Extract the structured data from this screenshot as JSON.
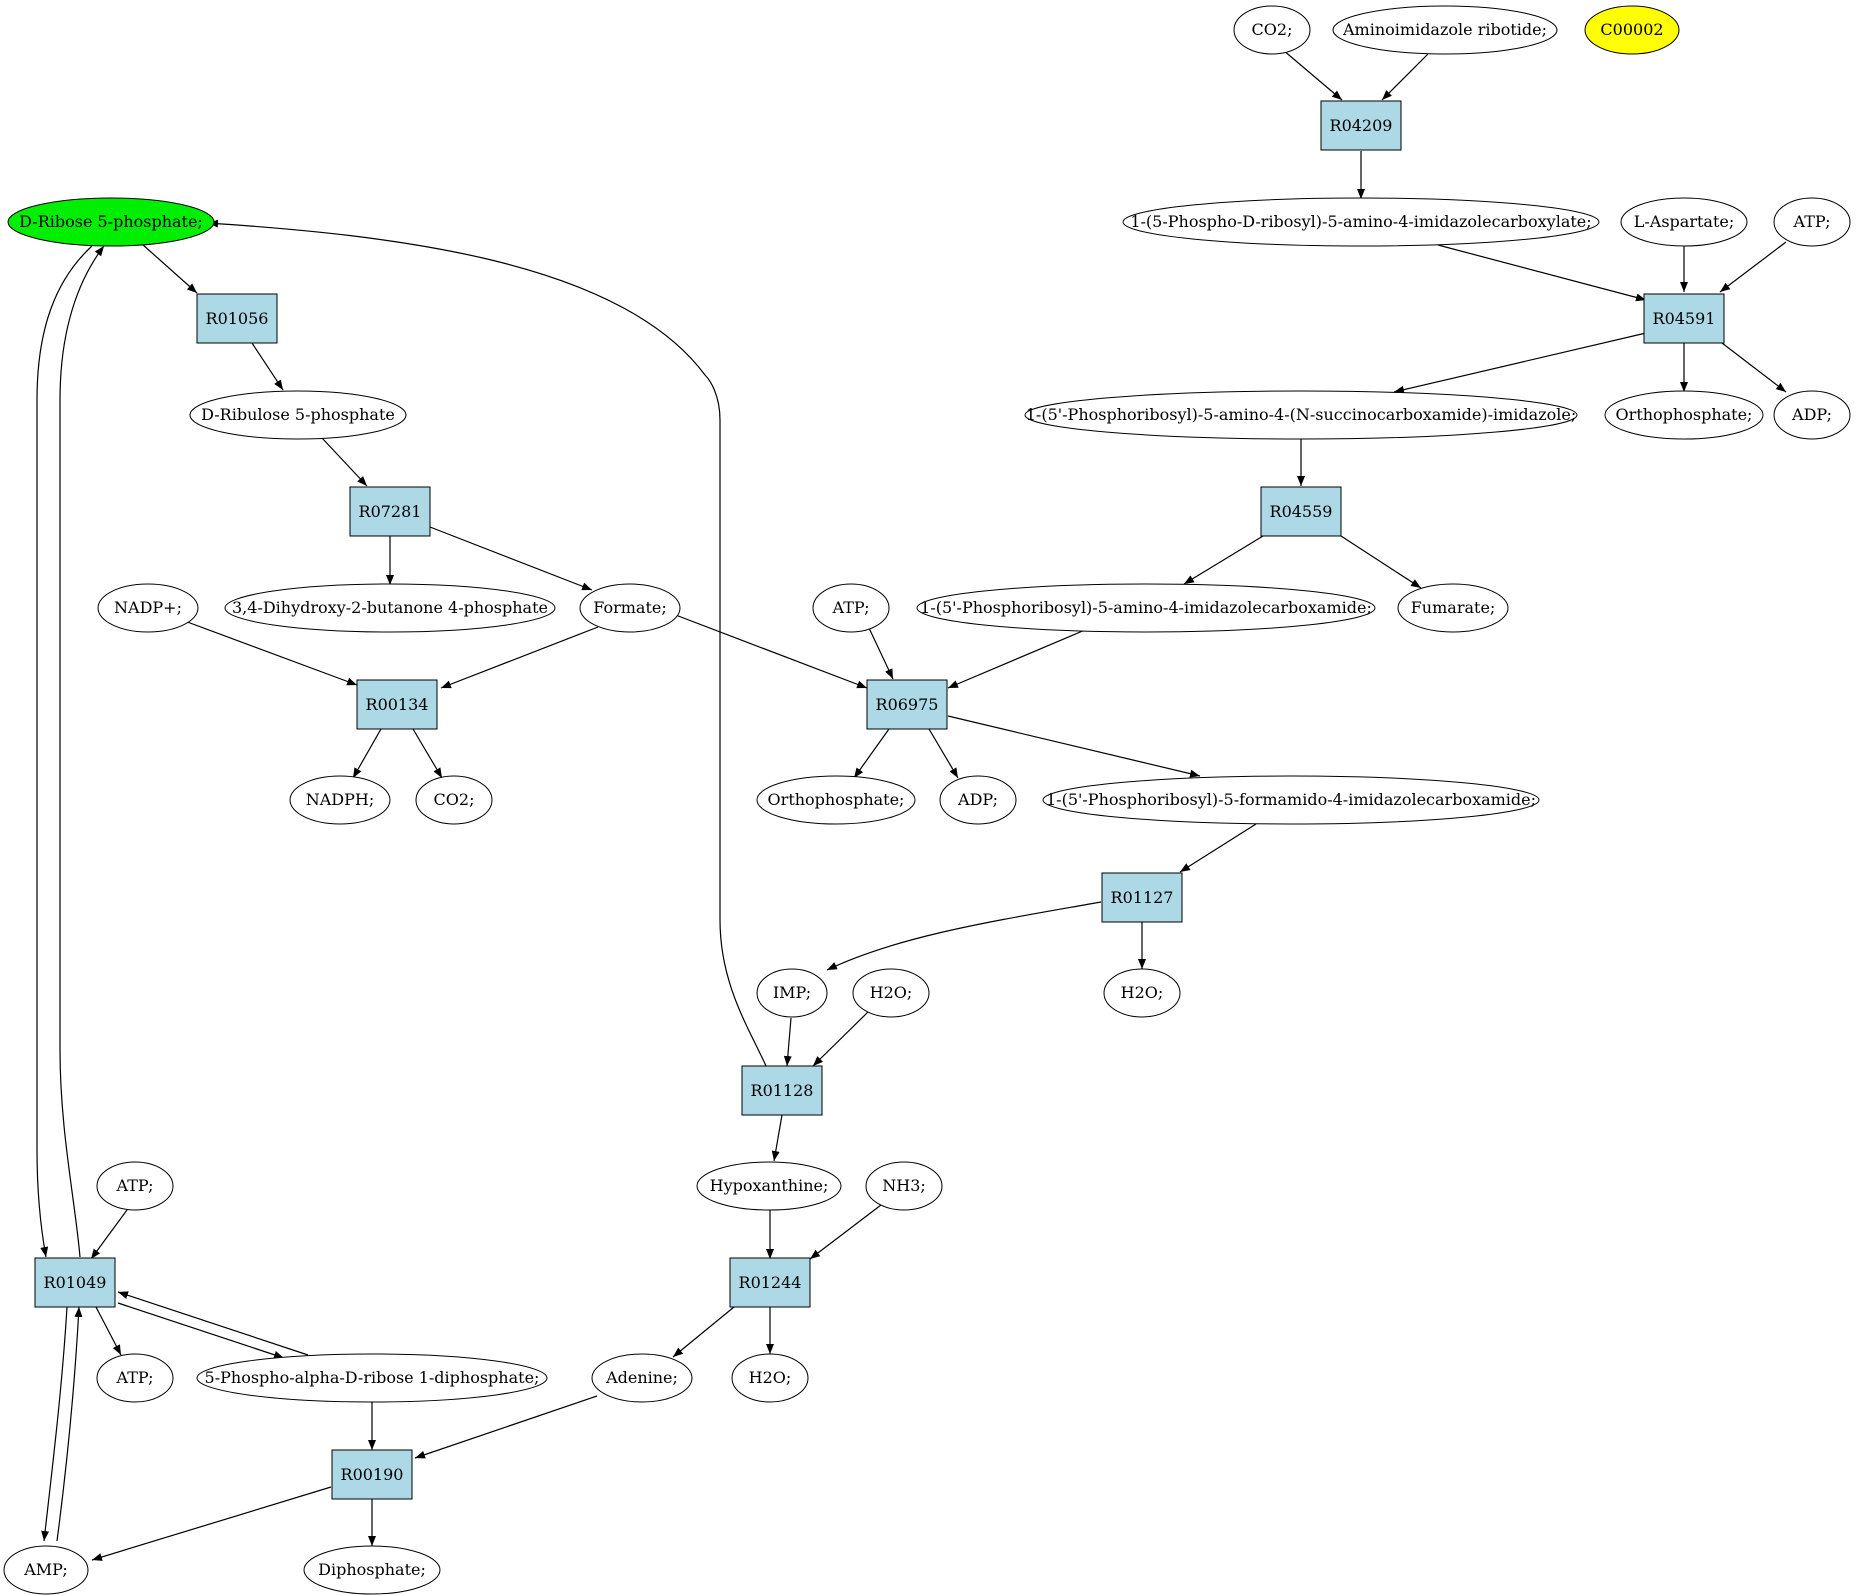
{
  "diagram": {
    "compounds": [
      {
        "id": "co2_top",
        "label": "CO2;",
        "fill": "#ffffff"
      },
      {
        "id": "air",
        "label": "Aminoimidazole ribotide;",
        "fill": "#ffffff"
      },
      {
        "id": "c00002",
        "label": "C00002",
        "fill": "#ffff00"
      },
      {
        "id": "ribose5p",
        "label": "D-Ribose 5-phosphate;",
        "fill": "#00ee00"
      },
      {
        "id": "caair",
        "label": "1-(5-Phospho-D-ribosyl)-5-amino-4-imidazolecarboxylate;",
        "fill": "#ffffff"
      },
      {
        "id": "laspartate",
        "label": "L-Aspartate;",
        "fill": "#ffffff"
      },
      {
        "id": "atp_r04591",
        "label": "ATP;",
        "fill": "#ffffff"
      },
      {
        "id": "ribulose5p",
        "label": "D-Ribulose 5-phosphate",
        "fill": "#ffffff"
      },
      {
        "id": "saicar",
        "label": "1-(5'-Phosphoribosyl)-5-amino-4-(N-succinocarboxamide)-imidazole;",
        "fill": "#ffffff"
      },
      {
        "id": "orthophos_r04591",
        "label": "Orthophosphate;",
        "fill": "#ffffff"
      },
      {
        "id": "adp_r04591",
        "label": "ADP;",
        "fill": "#ffffff"
      },
      {
        "id": "nadp",
        "label": "NADP+;",
        "fill": "#ffffff"
      },
      {
        "id": "dhbp",
        "label": "3,4-Dihydroxy-2-butanone 4-phosphate",
        "fill": "#ffffff"
      },
      {
        "id": "formate",
        "label": "Formate;",
        "fill": "#ffffff"
      },
      {
        "id": "atp_r06975",
        "label": "ATP;",
        "fill": "#ffffff"
      },
      {
        "id": "aicar",
        "label": "1-(5'-Phosphoribosyl)-5-amino-4-imidazolecarboxamide;",
        "fill": "#ffffff"
      },
      {
        "id": "fumarate",
        "label": "Fumarate;",
        "fill": "#ffffff"
      },
      {
        "id": "nadph",
        "label": "NADPH;",
        "fill": "#ffffff"
      },
      {
        "id": "co2_mid",
        "label": "CO2;",
        "fill": "#ffffff"
      },
      {
        "id": "orthophos_r06975",
        "label": "Orthophosphate;",
        "fill": "#ffffff"
      },
      {
        "id": "adp_r06975",
        "label": "ADP;",
        "fill": "#ffffff"
      },
      {
        "id": "faicar",
        "label": "1-(5'-Phosphoribosyl)-5-formamido-4-imidazolecarboxamide;",
        "fill": "#ffffff"
      },
      {
        "id": "imp",
        "label": "IMP;",
        "fill": "#ffffff"
      },
      {
        "id": "h2o_r01128",
        "label": "H2O;",
        "fill": "#ffffff"
      },
      {
        "id": "h2o_r01127",
        "label": "H2O;",
        "fill": "#ffffff"
      },
      {
        "id": "hypoxanthine",
        "label": "Hypoxanthine;",
        "fill": "#ffffff"
      },
      {
        "id": "nh3",
        "label": "NH3;",
        "fill": "#ffffff"
      },
      {
        "id": "atp_r01049_in",
        "label": "ATP;",
        "fill": "#ffffff"
      },
      {
        "id": "atp_r01049_out",
        "label": "ATP;",
        "fill": "#ffffff"
      },
      {
        "id": "prpp",
        "label": "5-Phospho-alpha-D-ribose 1-diphosphate;",
        "fill": "#ffffff"
      },
      {
        "id": "adenine",
        "label": "Adenine;",
        "fill": "#ffffff"
      },
      {
        "id": "h2o_r01244",
        "label": "H2O;",
        "fill": "#ffffff"
      },
      {
        "id": "amp",
        "label": "AMP;",
        "fill": "#ffffff"
      },
      {
        "id": "diphosphate",
        "label": "Diphosphate;",
        "fill": "#ffffff"
      }
    ],
    "reactions": [
      {
        "id": "R04209",
        "label": "R04209"
      },
      {
        "id": "R01056",
        "label": "R01056"
      },
      {
        "id": "R04591",
        "label": "R04591"
      },
      {
        "id": "R07281",
        "label": "R07281"
      },
      {
        "id": "R04559",
        "label": "R04559"
      },
      {
        "id": "R00134",
        "label": "R00134"
      },
      {
        "id": "R06975",
        "label": "R06975"
      },
      {
        "id": "R01127",
        "label": "R01127"
      },
      {
        "id": "R01128",
        "label": "R01128"
      },
      {
        "id": "R01049",
        "label": "R01049"
      },
      {
        "id": "R01244",
        "label": "R01244"
      },
      {
        "id": "R00190",
        "label": "R00190"
      }
    ],
    "edges": [
      {
        "from": "co2_top",
        "to": "R04209"
      },
      {
        "from": "air",
        "to": "R04209"
      },
      {
        "from": "R04209",
        "to": "caair"
      },
      {
        "from": "caair",
        "to": "R04591"
      },
      {
        "from": "laspartate",
        "to": "R04591"
      },
      {
        "from": "atp_r04591",
        "to": "R04591"
      },
      {
        "from": "R04591",
        "to": "saicar"
      },
      {
        "from": "R04591",
        "to": "orthophos_r04591"
      },
      {
        "from": "R04591",
        "to": "adp_r04591"
      },
      {
        "from": "saicar",
        "to": "R04559"
      },
      {
        "from": "R04559",
        "to": "aicar"
      },
      {
        "from": "R04559",
        "to": "fumarate"
      },
      {
        "from": "ribose5p",
        "to": "R01056"
      },
      {
        "from": "R01056",
        "to": "ribulose5p"
      },
      {
        "from": "ribulose5p",
        "to": "R07281"
      },
      {
        "from": "R07281",
        "to": "dhbp"
      },
      {
        "from": "R07281",
        "to": "formate"
      },
      {
        "from": "nadp",
        "to": "R00134"
      },
      {
        "from": "formate",
        "to": "R00134"
      },
      {
        "from": "R00134",
        "to": "nadph"
      },
      {
        "from": "R00134",
        "to": "co2_mid"
      },
      {
        "from": "formate",
        "to": "R06975"
      },
      {
        "from": "atp_r06975",
        "to": "R06975"
      },
      {
        "from": "aicar",
        "to": "R06975"
      },
      {
        "from": "R06975",
        "to": "orthophos_r06975"
      },
      {
        "from": "R06975",
        "to": "adp_r06975"
      },
      {
        "from": "R06975",
        "to": "faicar"
      },
      {
        "from": "faicar",
        "to": "R01127"
      },
      {
        "from": "R01127",
        "to": "imp"
      },
      {
        "from": "R01127",
        "to": "h2o_r01127"
      },
      {
        "from": "imp",
        "to": "R01128"
      },
      {
        "from": "h2o_r01128",
        "to": "R01128"
      },
      {
        "from": "R01128",
        "to": "ribose5p"
      },
      {
        "from": "R01128",
        "to": "hypoxanthine"
      },
      {
        "from": "hypoxanthine",
        "to": "R01244"
      },
      {
        "from": "nh3",
        "to": "R01244"
      },
      {
        "from": "R01244",
        "to": "adenine"
      },
      {
        "from": "R01244",
        "to": "h2o_r01244"
      },
      {
        "from": "ribose5p",
        "to": "R01049"
      },
      {
        "from": "R01049",
        "to": "ribose5p"
      },
      {
        "from": "atp_r01049_in",
        "to": "R01049"
      },
      {
        "from": "R01049",
        "to": "atp_r01049_out"
      },
      {
        "from": "R01049",
        "to": "prpp"
      },
      {
        "from": "prpp",
        "to": "R01049"
      },
      {
        "from": "R01049",
        "to": "amp"
      },
      {
        "from": "amp",
        "to": "R01049"
      },
      {
        "from": "prpp",
        "to": "R00190"
      },
      {
        "from": "adenine",
        "to": "R00190"
      },
      {
        "from": "R00190",
        "to": "amp"
      },
      {
        "from": "R00190",
        "to": "diphosphate"
      }
    ],
    "reaction_fill": "#add8e6",
    "stroke_color": "#000000"
  }
}
